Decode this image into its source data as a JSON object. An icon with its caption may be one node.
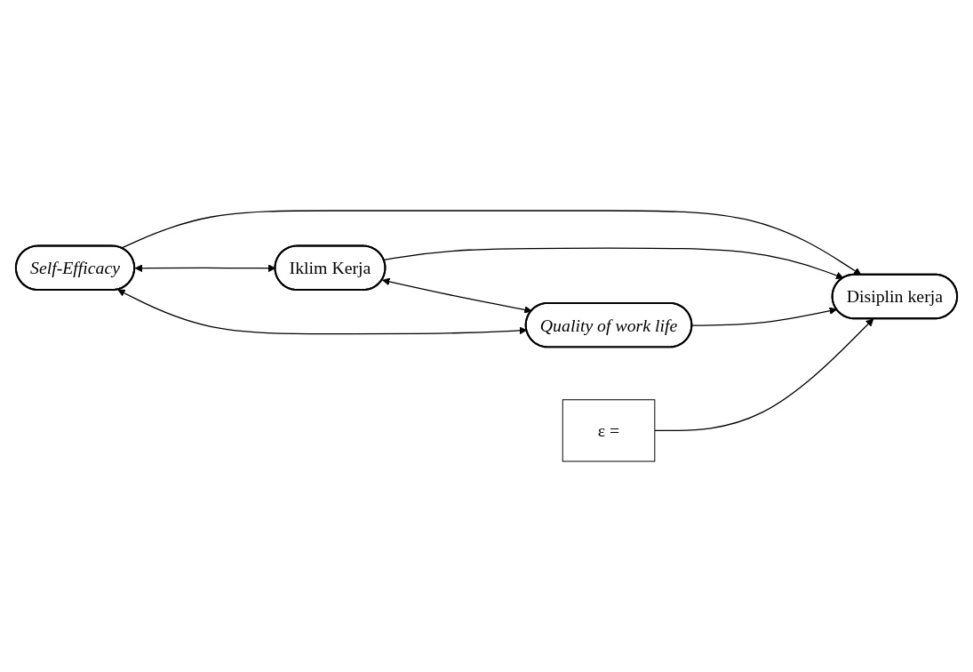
{
  "diagram": {
    "nodes": [
      {
        "text": [
          "Self-Efficacy"
        ]
      },
      {
        "text": [
          "Iklim Kerja"
        ]
      },
      {
        "text": [
          "Quality of work life"
        ]
      },
      {
        "text": [
          "Disiplin kerja"
        ]
      },
      {
        "text": [
          "ε ="
        ]
      }
    ],
    "edges": [
      {
        "from": 0,
        "to": 3,
        "arrow": "to"
      },
      {
        "from": 1,
        "to": 3,
        "arrow": "to"
      },
      {
        "from": 2,
        "to": 3,
        "arrow": "to"
      },
      {
        "from": 4,
        "to": 3,
        "arrow": "to"
      },
      {
        "from": 0,
        "to": 1,
        "arrow": "both"
      },
      {
        "from": 1,
        "to": 2,
        "arrow": "both"
      },
      {
        "from": 0,
        "to": 2,
        "arrow": "both"
      }
    ]
  }
}
